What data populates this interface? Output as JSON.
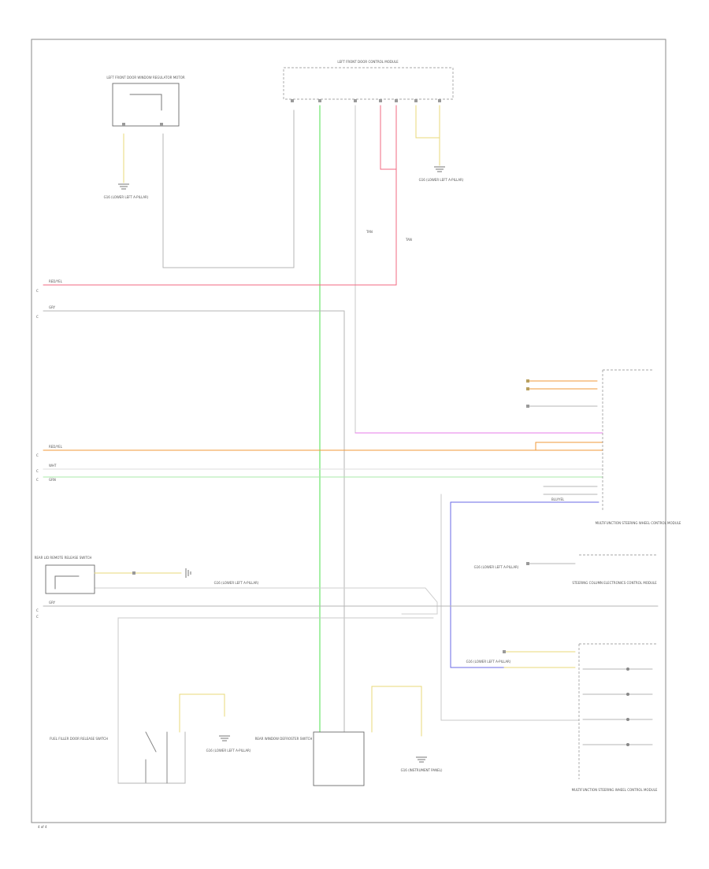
{
  "page_number": "4 of 4",
  "colors": {
    "red": "#f06a82",
    "green": "#4ce04c",
    "orange": "#f29a3a",
    "pink": "#e77be8",
    "blue": "#6a6ae6",
    "yellow": "#e8d87a",
    "gray": "#b6b6b6",
    "light_green": "#a9e8a9"
  },
  "components": {
    "top_center_box": "LEFT FRONT DOOR CONTROL MODULE",
    "top_left_box": "LEFT FRONT DOOR WINDOW REGULATOR MOTOR",
    "top_left_ground": "G16 (LOWER LEFT A-PILLAR)",
    "top_right_ground": "G16 (LOWER LEFT A-PILLAR)",
    "right_module": "MULTIFUNCTION STEERING WHEEL CONTROL MODULE",
    "right_mid_label": "STEERING COLUMN ELECTRONICS CONTROL MODULE",
    "right_bottom_box": "MULTIFUNCTION STEERING WHEEL CONTROL MODULE",
    "left_mid_box": "REAR LID REMOTE RELEASE SWITCH",
    "left_mid_ground": "G16 (LOWER LEFT A-PILLAR)",
    "bottom_left_switch": "FUEL FILLER DOOR RELEASE SWITCH",
    "bottom_left_ground": "G16 (LOWER LEFT A-PILLAR)",
    "bottom_center_switch": "REAR WINDOW DEFROSTER SWITCH",
    "bottom_center_ground": "G16 (INSTRUMENT PANEL)",
    "right_g16_a": "G16 (LOWER LEFT A-PILLAR)",
    "right_g16_b": "G16 (LOWER LEFT A-PILLAR)"
  },
  "wire_labels": {
    "red_main": "RED/YEL",
    "gray_main": "GRY",
    "orange_main": "RED/YEL",
    "white_main": "WHT",
    "green_main": "GRN",
    "gray_lower": "GRY",
    "blue_main": "BLU/YEL",
    "tan_label": "TAN",
    "tan_label_2": "TAN"
  },
  "connector_side_labels": {
    "c1": "C",
    "c2": "C",
    "c3": "C",
    "c4": "C",
    "c5": "C",
    "c6": "C",
    "c7": "C"
  }
}
